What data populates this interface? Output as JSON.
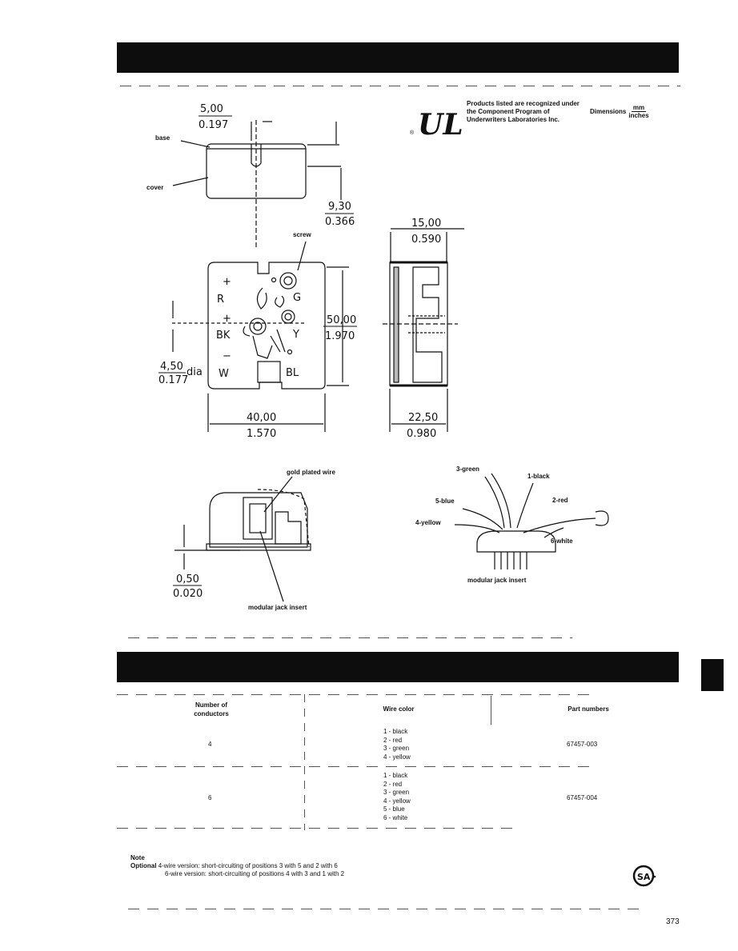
{
  "ul_mark": "UL",
  "ul_registered": "®",
  "ul_note": "Products listed are recognized under the Component Program of Underwriters Laboratories Inc.",
  "dimensions_label": "Dimensions",
  "dimensions_num": "mm",
  "dimensions_den": "inches",
  "drawing_labels": {
    "base": "base",
    "cover": "cover",
    "screw": "screw",
    "gold_plated_wire": "gold plated wire",
    "modular_jack_insert_left": "modular jack insert",
    "modular_jack_insert_right": "modular jack insert",
    "green": "3-green",
    "black": "1-black",
    "blue": "5-blue",
    "red": "2-red",
    "yellow": "4-yellow",
    "white": "6-white"
  },
  "dimensions": {
    "d1_mm": "5,00",
    "d1_in": "0.197",
    "d2_mm": "9,30",
    "d2_in": "0.366",
    "d3_mm": "15,00",
    "d3_in": "0.590",
    "d4_mm": "50,00",
    "d4_in": "1.970",
    "d5_mm": "4,50",
    "d5_in": "0.177",
    "d5_suffix": "dia",
    "d6_mm": "40,00",
    "d6_in": "1.570",
    "d7_mm": "22,50",
    "d7_in": "0.980",
    "d8_mm": "0,50",
    "d8_in": "0.020"
  },
  "terminals": {
    "r": "R",
    "bk": "BK",
    "w": "W",
    "g": "G",
    "y": "Y",
    "bl": "BL"
  },
  "table": {
    "headers": {
      "conductors": "Number of conductors",
      "wire_color": "Wire color",
      "part_numbers": "Part numbers"
    },
    "rows": [
      {
        "conductors": "4",
        "colors": [
          "1 - black",
          "2 - red",
          "3 - green",
          "4 - yellow"
        ],
        "part": "67457-003"
      },
      {
        "conductors": "6",
        "colors": [
          "1 - black",
          "2 - red",
          "3 - green",
          "4 - yellow",
          "5 - blue",
          "6 - white"
        ],
        "part": "67457-004"
      }
    ]
  },
  "note": {
    "title": "Note",
    "optional": "Optional",
    "line1": "4-wire version: short-circuiting of positions 3 with 5 and 2 with 6",
    "line2": "6-wire version: short-circuiting of positions 4 with 3 and 1 with 2"
  },
  "csa_mark": "SA",
  "page_number": "373"
}
